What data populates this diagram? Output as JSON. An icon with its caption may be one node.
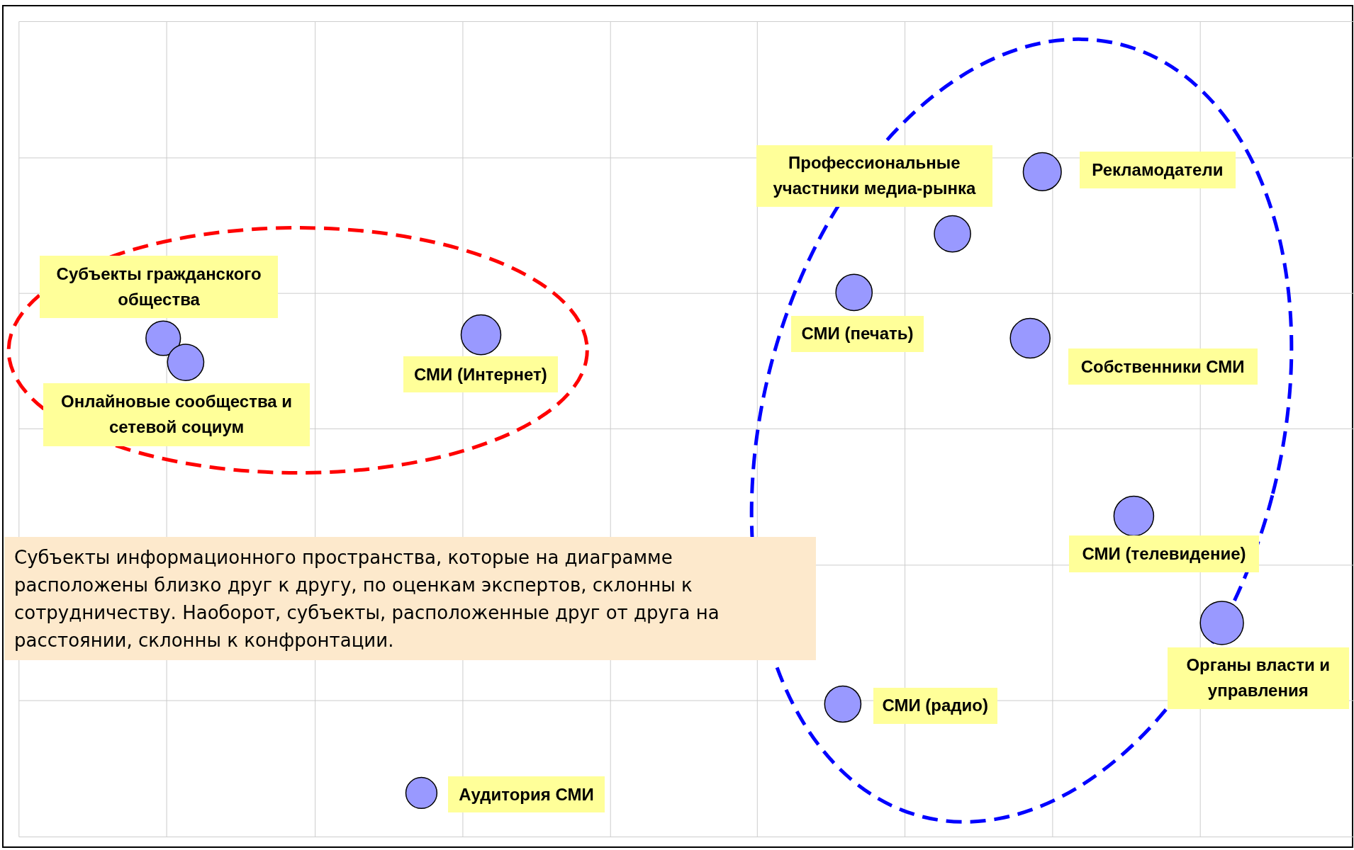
{
  "diagram": {
    "nodes": [
      {
        "text": [
          "Субъекты гражданского общества"
        ]
      },
      {
        "text": [],
        "shape": "circle"
      },
      {
        "text": [
          "Онлайновые сообщества и сетевой социум"
        ]
      },
      {
        "text": [],
        "shape": "circle"
      },
      {
        "text": [
          "СМИ (Интернет)"
        ]
      },
      {
        "text": [],
        "shape": "circle"
      },
      {
        "text": [
          "Профессиональные участники медиа-рынка"
        ]
      },
      {
        "text": [],
        "shape": "circle"
      },
      {
        "text": [
          "Рекламодатели"
        ]
      },
      {
        "text": [],
        "shape": "circle"
      },
      {
        "text": [
          "СМИ (печать)"
        ]
      },
      {
        "text": [],
        "shape": "circle"
      },
      {
        "text": [
          "Собственники СМИ"
        ]
      },
      {
        "text": [],
        "shape": "circle"
      },
      {
        "text": [
          "СМИ (телевидение)"
        ]
      },
      {
        "text": [],
        "shape": "circle"
      },
      {
        "text": [
          "Органы власти и управления"
        ]
      },
      {
        "text": [],
        "shape": "circle"
      },
      {
        "text": [
          "СМИ (радио)"
        ]
      },
      {
        "text": [],
        "shape": "circle"
      },
      {
        "text": [
          "Аудитория СМИ"
        ]
      },
      {
        "text": [],
        "shape": "circle"
      }
    ],
    "labels": [
      "Субъекты информационного пространства, которые на диаграмме расположены близко друг к другу, по оценкам экспертов, склонны к сотрудничеству. Наоборот, субъекты, расположенные друг от друга на расстоянии, склонны к конфронтации."
    ]
  }
}
